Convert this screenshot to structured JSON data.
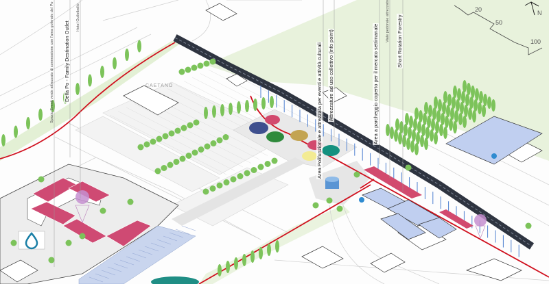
{
  "labels": [
    "Spazio Eventi verde attrezzato di connessione con l'area golenale del Po",
    "Della Po - Family Destination Outlet",
    "Hotel Outletbello",
    "Area Polifunzionale e attrezzata per eventi e attività culturali",
    "Attrezzature ad uso collettivo (info point)",
    "Area a parcheggio coperto per il mercato settimanale",
    "Viale pedonale attrezzato",
    "Short Rotation Forestry"
  ],
  "place_name": "CAETANO",
  "scale": {
    "marks": [
      "20",
      "50",
      "100"
    ],
    "north": "N"
  },
  "colors": {
    "rail": "#2e3440",
    "red_line": "#d0101e",
    "green_area": "#e8f2dc",
    "court": "#cf4a73",
    "roof": "#b9c8e8",
    "tree": "#7cc35a",
    "circles": [
      "#3e4f8e",
      "#d24a6e",
      "#2f8a3c",
      "#c3a451",
      "#d24a6e",
      "#14907f",
      "#f3eb93"
    ]
  }
}
